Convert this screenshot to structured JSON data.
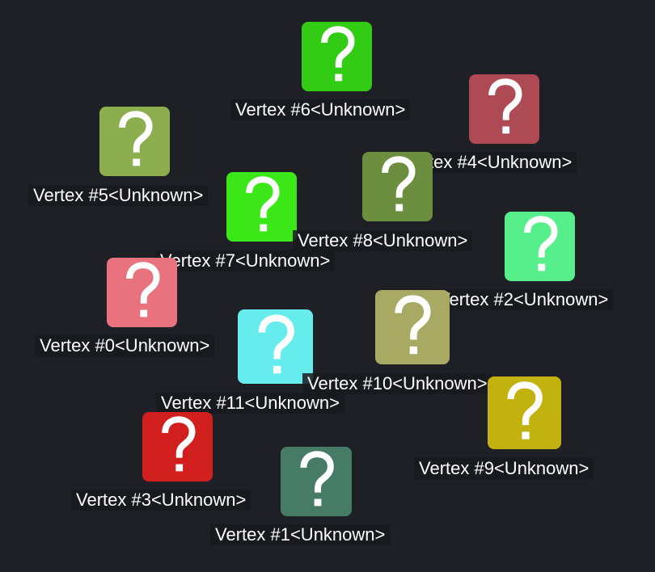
{
  "graph": {
    "background": "#1e2026",
    "vertices": [
      {
        "id": 0,
        "label": "Vertex #0<Unknown>",
        "color": "#e8737e",
        "icon": "question-mark-icon"
      },
      {
        "id": 1,
        "label": "Vertex #1<Unknown>",
        "color": "#467c66",
        "icon": "question-mark-icon"
      },
      {
        "id": 2,
        "label": "Vertex #2<Unknown>",
        "color": "#57ef8b",
        "icon": "question-mark-icon"
      },
      {
        "id": 3,
        "label": "Vertex #3<Unknown>",
        "color": "#d11f1d",
        "icon": "question-mark-icon"
      },
      {
        "id": 4,
        "label": "Vertex #4<Unknown>",
        "color": "#ad4a53",
        "icon": "question-mark-icon"
      },
      {
        "id": 5,
        "label": "Vertex #5<Unknown>",
        "color": "#8cae4f",
        "icon": "question-mark-icon"
      },
      {
        "id": 6,
        "label": "Vertex #6<Unknown>",
        "color": "#33cc14",
        "icon": "question-mark-icon"
      },
      {
        "id": 7,
        "label": "Vertex #7<Unknown>",
        "color": "#3be717",
        "icon": "question-mark-icon"
      },
      {
        "id": 8,
        "label": "Vertex #8<Unknown>",
        "color": "#6b8f3e",
        "icon": "question-mark-icon"
      },
      {
        "id": 9,
        "label": "Vertex #9<Unknown>",
        "color": "#c2b20f",
        "icon": "question-mark-icon"
      },
      {
        "id": 10,
        "label": "Vertex #10<Unknown>",
        "color": "#a8a962",
        "icon": "question-mark-icon"
      },
      {
        "id": 11,
        "label": "Vertex #11<Unknown>",
        "color": "#67eced",
        "icon": "question-mark-icon"
      }
    ]
  }
}
